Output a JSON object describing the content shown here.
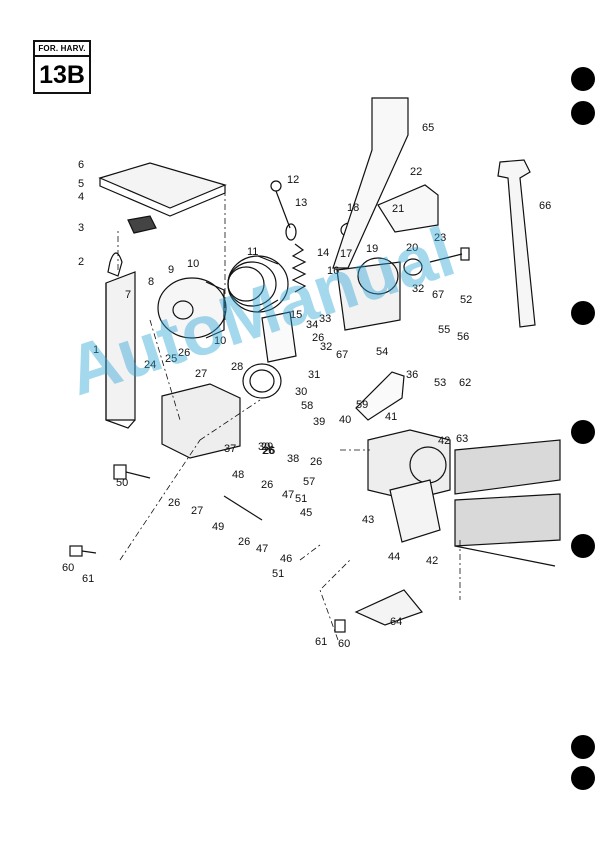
{
  "header": {
    "label": "FOR. HARV.",
    "code": "13B"
  },
  "watermark": "AutoManual",
  "callouts": [
    {
      "n": "1"
    },
    {
      "n": "2"
    },
    {
      "n": "3"
    },
    {
      "n": "4"
    },
    {
      "n": "5"
    },
    {
      "n": "6"
    },
    {
      "n": "7"
    },
    {
      "n": "8"
    },
    {
      "n": "9"
    },
    {
      "n": "10"
    },
    {
      "n": "10"
    },
    {
      "n": "11"
    },
    {
      "n": "12"
    },
    {
      "n": "13"
    },
    {
      "n": "14"
    },
    {
      "n": "15"
    },
    {
      "n": "16"
    },
    {
      "n": "17"
    },
    {
      "n": "18"
    },
    {
      "n": "19"
    },
    {
      "n": "20"
    },
    {
      "n": "21"
    },
    {
      "n": "22"
    },
    {
      "n": "23"
    },
    {
      "n": "24"
    },
    {
      "n": "25"
    },
    {
      "n": "26"
    },
    {
      "n": "27"
    },
    {
      "n": "28"
    },
    {
      "n": "29"
    },
    {
      "n": "30"
    },
    {
      "n": "26"
    },
    {
      "n": "31"
    },
    {
      "n": "32"
    },
    {
      "n": "33"
    },
    {
      "n": "34"
    },
    {
      "n": "26"
    },
    {
      "n": "67"
    },
    {
      "n": "36"
    },
    {
      "n": "54"
    },
    {
      "n": "32"
    },
    {
      "n": "67"
    },
    {
      "n": "52"
    },
    {
      "n": "55"
    },
    {
      "n": "56"
    },
    {
      "n": "53"
    },
    {
      "n": "62"
    },
    {
      "n": "59"
    },
    {
      "n": "58"
    },
    {
      "n": "39"
    },
    {
      "n": "40"
    },
    {
      "n": "41"
    },
    {
      "n": "42"
    },
    {
      "n": "63"
    },
    {
      "n": "37"
    },
    {
      "n": "30"
    },
    {
      "n": "26"
    },
    {
      "n": "38"
    },
    {
      "n": "26"
    },
    {
      "n": "57"
    },
    {
      "n": "43"
    },
    {
      "n": "44"
    },
    {
      "n": "42"
    },
    {
      "n": "50"
    },
    {
      "n": "26"
    },
    {
      "n": "27"
    },
    {
      "n": "48"
    },
    {
      "n": "26"
    },
    {
      "n": "47"
    },
    {
      "n": "51"
    },
    {
      "n": "45"
    },
    {
      "n": "49"
    },
    {
      "n": "26"
    },
    {
      "n": "47"
    },
    {
      "n": "46"
    },
    {
      "n": "51"
    },
    {
      "n": "60"
    },
    {
      "n": "61"
    },
    {
      "n": "64"
    },
    {
      "n": "61"
    },
    {
      "n": "60"
    },
    {
      "n": "65"
    },
    {
      "n": "66"
    }
  ],
  "colors": {
    "ink": "#111111",
    "watermark": "#29a3d6"
  }
}
